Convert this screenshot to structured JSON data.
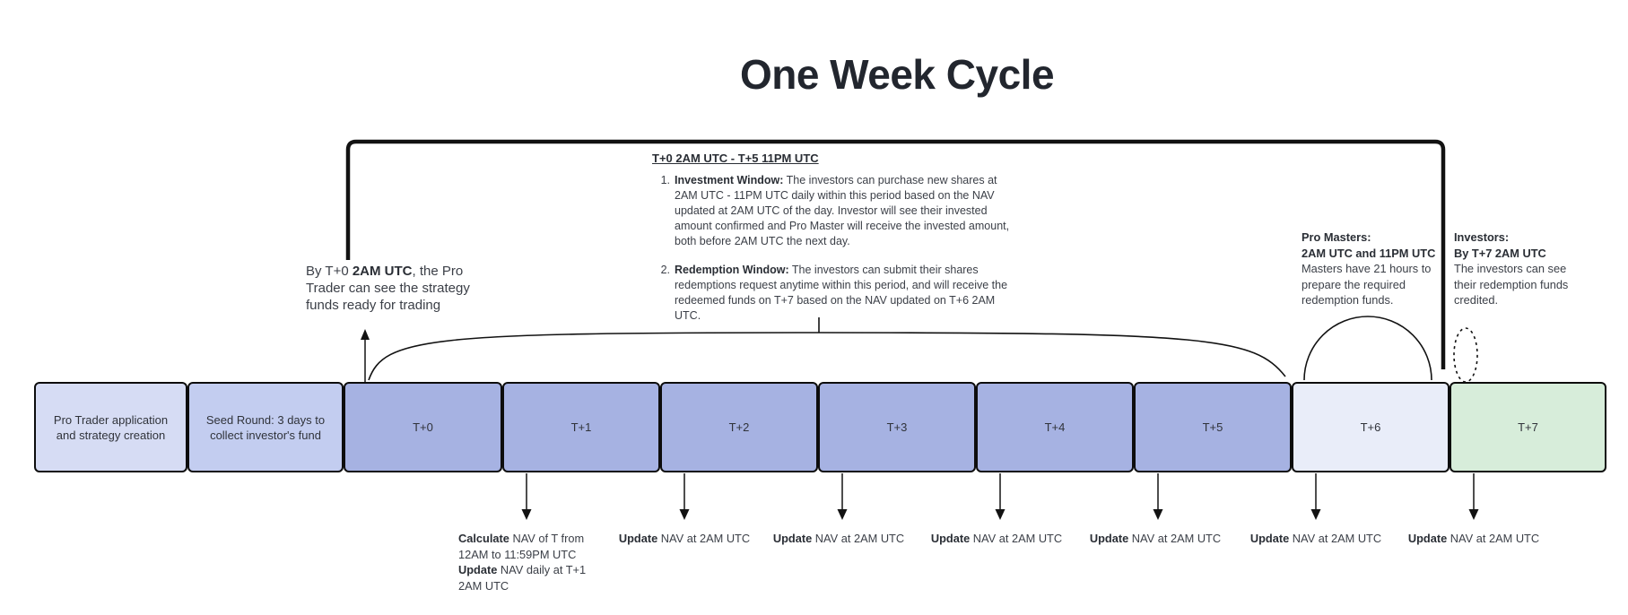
{
  "title": "One Week Cycle",
  "investment_block": {
    "header": "T+0 2AM UTC - T+5 11PM UTC",
    "items": [
      {
        "num": "1.",
        "bold": "Investment Window:",
        "text": " The investors can purchase new shares at 2AM UTC - 11PM UTC daily within this period based on the NAV updated at 2AM UTC of the day. Investor will see their invested amount confirmed and Pro Master will receive the invested amount, both before 2AM UTC the next day."
      },
      {
        "num": "2.",
        "bold": "Redemption Window:",
        "text": " The investors can submit their shares redemptions request anytime within this period, and will receive the redeemed funds on T+7 based on the NAV updated on T+6 2AM UTC."
      }
    ]
  },
  "left_note": {
    "pre": "By T+0 ",
    "bold": "2AM UTC",
    "post": ", the Pro Trader can see the strategy funds ready for trading"
  },
  "pro_masters_note": {
    "title": "Pro Masters:",
    "subtitle": "2AM UTC and 11PM UTC",
    "body": "Masters have 21 hours to prepare the required redemption funds."
  },
  "investors_note": {
    "title": "Investors:",
    "subtitle": "By T+7 2AM UTC",
    "body": "The investors can see their redemption funds credited."
  },
  "timeline": {
    "boxes": [
      {
        "label": "Pro Trader application and strategy creation",
        "color": "#d6dcf4"
      },
      {
        "label": "Seed Round: 3 days  to collect investor's fund",
        "color": "#c3cdf0"
      },
      {
        "label": "T+0",
        "color": "#a6b2e2"
      },
      {
        "label": "T+1",
        "color": "#a6b2e2"
      },
      {
        "label": "T+2",
        "color": "#a6b2e2"
      },
      {
        "label": "T+3",
        "color": "#a6b2e2"
      },
      {
        "label": "T+4",
        "color": "#a6b2e2"
      },
      {
        "label": "T+5",
        "color": "#a6b2e2"
      },
      {
        "label": "T+6",
        "color": "#e9edf9"
      },
      {
        "label": "T+7",
        "color": "#d7edda"
      }
    ]
  },
  "bottom_annotations": [
    {
      "lines": [
        {
          "bold": "Calculate",
          "rest": " NAV of T from"
        },
        {
          "bold": "",
          "rest": "12AM to 11:59PM UTC"
        },
        {
          "bold": "Update",
          "rest": " NAV daily at T+1"
        },
        {
          "bold": "",
          "rest": "2AM UTC"
        }
      ]
    },
    {
      "bold": "Update",
      "rest": " NAV at 2AM UTC"
    },
    {
      "bold": "Update",
      "rest": " NAV at 2AM UTC"
    },
    {
      "bold": "Update",
      "rest": " NAV at 2AM UTC"
    },
    {
      "bold": "Update",
      "rest": " NAV at 2AM UTC"
    },
    {
      "bold": "Update",
      "rest": " NAV at 2AM UTC"
    },
    {
      "bold": "Update",
      "rest": " NAV at 2AM UTC"
    }
  ],
  "colors": {
    "background": "#ffffff",
    "line": "#121212",
    "box_border": "#0d0d0d",
    "title_text": "#22262e",
    "body_text": "#3b3f47",
    "phase_fill": "#a6b2e2",
    "t6_fill": "#e9edf9",
    "t7_fill": "#d7edda"
  }
}
